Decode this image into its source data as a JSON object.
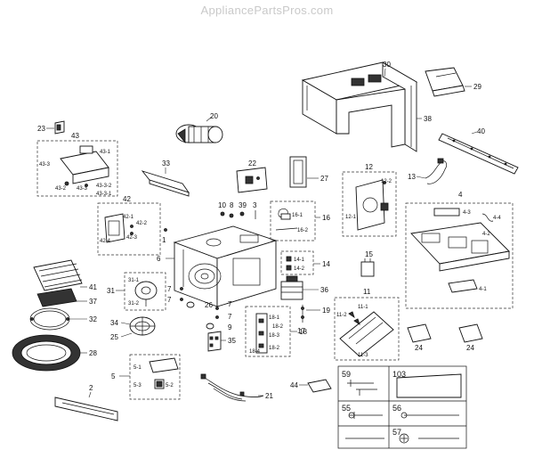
{
  "watermark": "AppliancePartsPros.com",
  "callouts": {
    "c2": "2",
    "c5": "5",
    "c6": "6",
    "c7": "7",
    "c9": "9",
    "c11": "11",
    "c12": "12",
    "c13": "13",
    "c14": "14",
    "c15": "15",
    "c16": "16",
    "c17": "17",
    "c18": "18",
    "c19": "19",
    "c20": "20",
    "c21": "21",
    "c22": "22",
    "c23": "23",
    "c24": "24",
    "c25": "25",
    "c26": "26",
    "c27": "27",
    "c28": "28",
    "c29": "29",
    "c30": "30",
    "c31": "31",
    "c32": "32",
    "c33": "33",
    "c34": "34",
    "c35": "35",
    "c36": "36",
    "c37": "37",
    "c38": "38",
    "c39": "39",
    "c40": "40",
    "c41": "41",
    "c42": "42",
    "c43": "43",
    "c44": "44",
    "c3": "3",
    "c4": "4",
    "c8": "8",
    "c10": "10"
  },
  "sub_callouts": {
    "s43_1": "43-1",
    "s43_2": "43-2",
    "s43_3": "43-3",
    "s43_3b": "43-3",
    "s43_3_1": "43-3-1",
    "s43_3_2": "43-3-2",
    "s42_1": "42-1",
    "s42_2": "42-2",
    "s42_3": "42-3",
    "s42_4": "42-4",
    "s31_1": "31-1",
    "s31_2": "31-2",
    "s5_1": "5-1",
    "s5_2": "5-2",
    "s5_3": "5-3",
    "s16_1": "16-1",
    "s16_2": "16-2",
    "s14_1": "14-1",
    "s14_2": "14-2",
    "s18_1": "18-1",
    "s18_2": "18-2",
    "s18_3": "18-3",
    "s18_4": "18-4",
    "s18_2b": "18-2",
    "s12_1": "12-1",
    "s12_2": "12-2",
    "s11_1": "11-1",
    "s11_2": "11-2",
    "s11_3": "11-3",
    "s4_1": "4-1",
    "s4_2": "4-2",
    "s4_3": "4-3",
    "s4_4": "4-4"
  },
  "screw_table": {
    "cells": [
      "59",
      "103",
      "55",
      "56",
      "57"
    ]
  }
}
